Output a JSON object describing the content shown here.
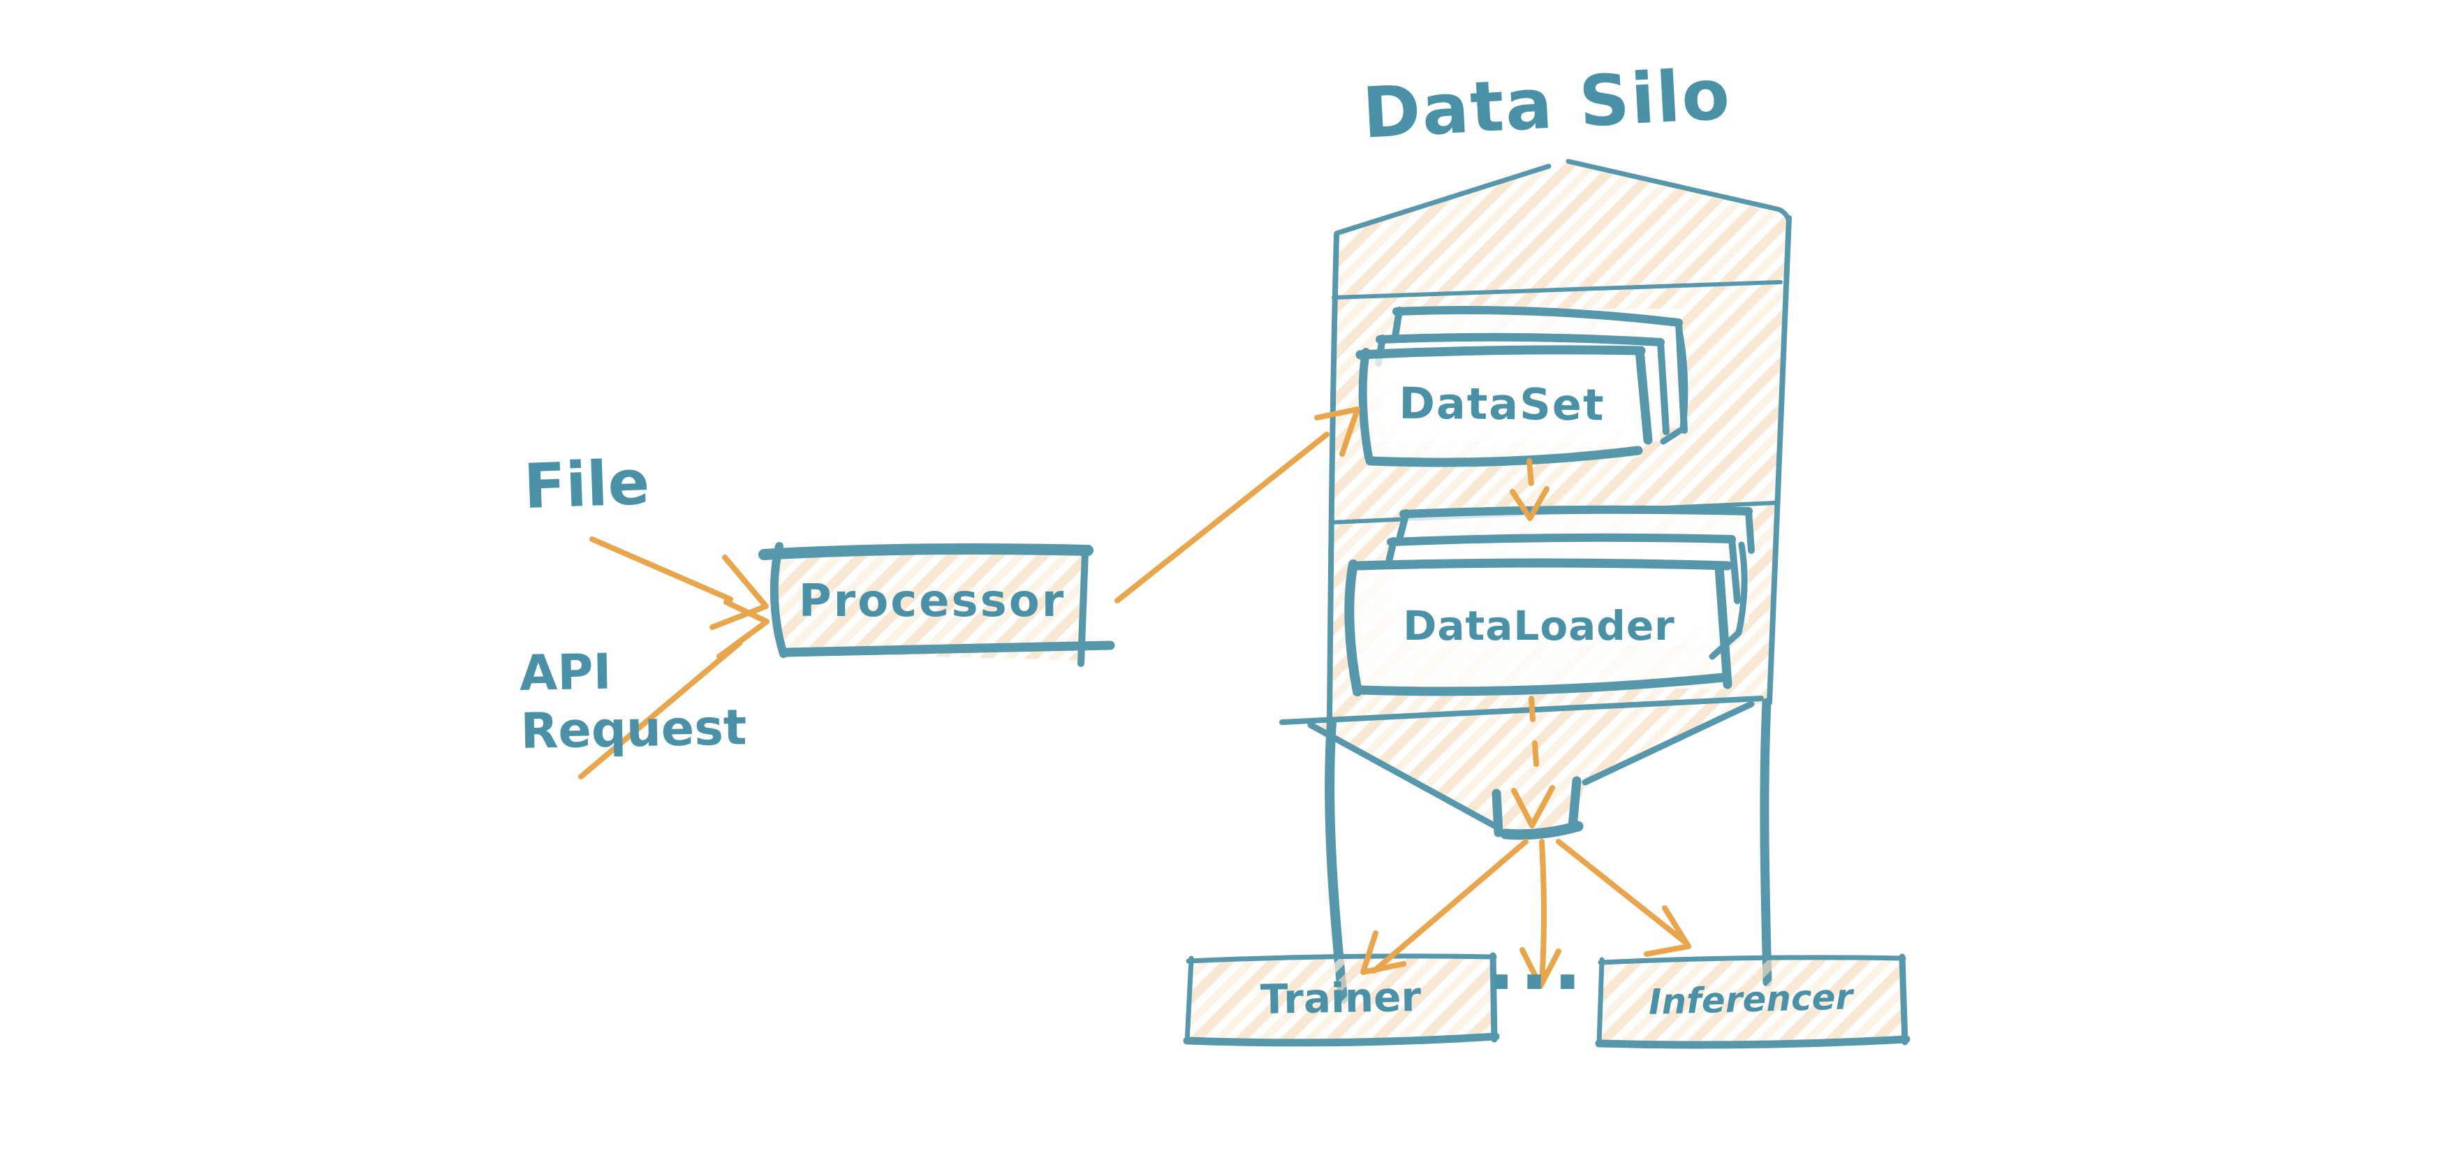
{
  "diagram": {
    "title": "Data Silo",
    "background": "#ffffff",
    "colors": {
      "stroke_teal": "#5697ab",
      "text_teal": "#4a91a7",
      "arrow_orange": "#e9a54c",
      "hatch_peach": "#f6dcbd",
      "hatch_peach_light": "#fbeedd"
    },
    "nodes": {
      "file": {
        "label": "File"
      },
      "api_request": {
        "label": "API Request",
        "lines": [
          "API",
          "Request"
        ]
      },
      "processor": {
        "label": "Processor"
      },
      "dataset": {
        "label": "DataSet"
      },
      "dataloader": {
        "label": "DataLoader"
      },
      "trainer": {
        "label": "Trainer"
      },
      "ellipsis": {
        "label": "..."
      },
      "inferencer": {
        "label": "Inferencer"
      }
    },
    "edges": [
      {
        "from": "File",
        "to": "Processor",
        "style": "solid-arrow"
      },
      {
        "from": "API Request",
        "to": "Processor",
        "style": "solid-arrow"
      },
      {
        "from": "Processor",
        "to": "DataSet",
        "style": "solid-arrow"
      },
      {
        "from": "DataSet",
        "to": "DataLoader",
        "style": "dashed-arrow"
      },
      {
        "from": "DataLoader",
        "to": "silo-outlet",
        "style": "dashed-arrow"
      },
      {
        "from": "silo-outlet",
        "to": "Trainer",
        "style": "solid-arrow"
      },
      {
        "from": "silo-outlet",
        "to": "ellipsis",
        "style": "solid-arrow"
      },
      {
        "from": "silo-outlet",
        "to": "Inferencer",
        "style": "solid-arrow"
      }
    ]
  }
}
